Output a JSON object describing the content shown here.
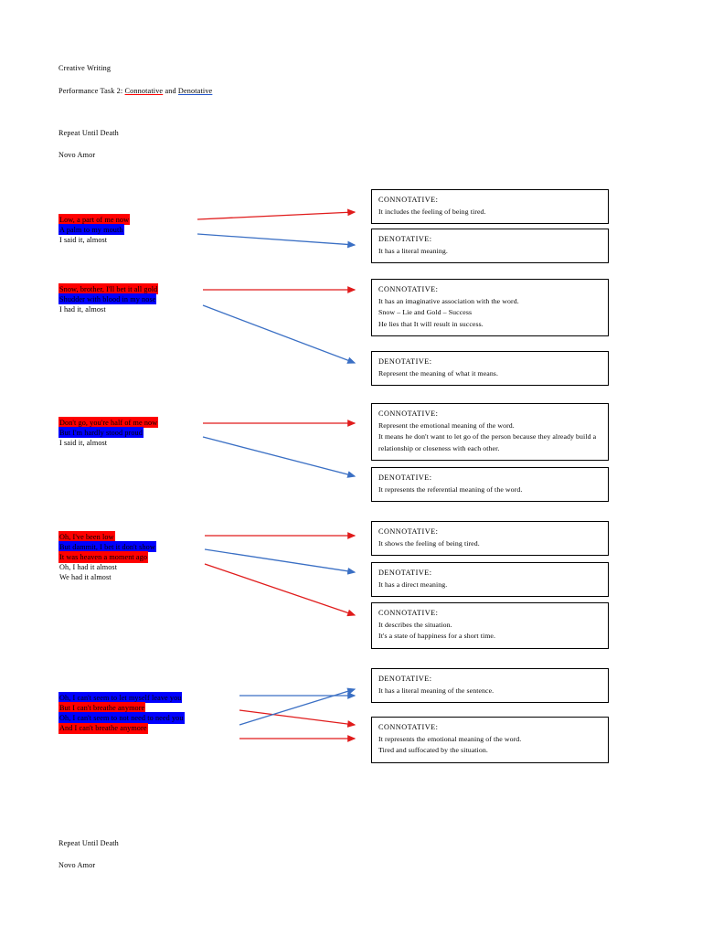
{
  "document": {
    "course": "Creative Writing",
    "task_prefix": "Performance Task 2:",
    "task_term_red": "Connotative",
    "task_conjunction": "and",
    "task_term_blue": "Denotative",
    "song_title": "Repeat Until Death",
    "artist": "Novo Amor",
    "footer_song_title": "Repeat Until Death",
    "footer_artist": "Novo Amor"
  },
  "colors": {
    "connotative_highlight": "#ff0000",
    "denotative_highlight": "#0000ff",
    "connotative_arrow": "#e01b1b",
    "denotative_arrow": "#3a6fc4",
    "box_border": "#000000",
    "page_background": "#ffffff",
    "text": "#000000"
  },
  "stanzas": [
    {
      "id": "stanza-1",
      "lines": [
        {
          "text": "Low, a part of me now",
          "highlight": "red"
        },
        {
          "text": "A palm to my mouth",
          "highlight": "blue"
        },
        {
          "text": "I said it, almost",
          "highlight": "none"
        }
      ]
    },
    {
      "id": "stanza-2",
      "lines": [
        {
          "text": "Snow, brother, I'll bet it all gold",
          "highlight": "red"
        },
        {
          "text": "Shudder with blood in my nose",
          "highlight": "blue"
        },
        {
          "text": "I had it, almost",
          "highlight": "none"
        }
      ]
    },
    {
      "id": "stanza-3",
      "lines": [
        {
          "text": "Don't go, you're half of me now",
          "highlight": "red"
        },
        {
          "text": "But I'm hardly stood proud",
          "highlight": "blue"
        },
        {
          "text": "I said it, almost",
          "highlight": "none"
        }
      ]
    },
    {
      "id": "stanza-4",
      "lines": [
        {
          "text": "Oh, I've been low",
          "highlight": "red"
        },
        {
          "text": "But dammit, I bet it don't show",
          "highlight": "blue"
        },
        {
          "text": "It was heaven a moment ago",
          "highlight": "red"
        },
        {
          "text": "Oh, I had it almost",
          "highlight": "none"
        },
        {
          "text": "We had it almost",
          "highlight": "none"
        }
      ]
    },
    {
      "id": "stanza-5",
      "lines": [
        {
          "text": "Oh, I can't seem to let myself leave you",
          "highlight": "blue"
        },
        {
          "text": "But I can't breathe anymore",
          "highlight": "red"
        },
        {
          "text": "Oh, I can't seem to not need to need you",
          "highlight": "blue"
        },
        {
          "text": "And I can't breathe anymore",
          "highlight": "red"
        }
      ]
    }
  ],
  "boxes": [
    {
      "id": "box-1",
      "title": "CONNOTATIVE:",
      "lines": [
        "It includes the feeling of being tired."
      ]
    },
    {
      "id": "box-2",
      "title": "DENOTATIVE:",
      "lines": [
        "It has a literal meaning."
      ]
    },
    {
      "id": "box-3",
      "title": "CONNOTATIVE:",
      "lines": [
        "It has an imaginative association with the word.",
        "Snow – Lie and Gold – Success",
        "He lies that It will result in success."
      ]
    },
    {
      "id": "box-4",
      "title": "DENOTATIVE:",
      "lines": [
        "Represent the meaning of what it means."
      ]
    },
    {
      "id": "box-5",
      "title": "CONNOTATIVE:",
      "lines": [
        "Represent the emotional meaning of the word.",
        "It means he don't want to let go of the person because they already build a relationship or closeness with each other."
      ]
    },
    {
      "id": "box-6",
      "title": "DENOTATIVE:",
      "lines": [
        "It represents the referential meaning of the word."
      ]
    },
    {
      "id": "box-7",
      "title": "CONNOTATIVE:",
      "lines": [
        "It shows the feeling of being tired."
      ]
    },
    {
      "id": "box-8",
      "title": "DENOTATIVE:",
      "lines": [
        "It has a direct meaning."
      ]
    },
    {
      "id": "box-9",
      "title": "CONNOTATIVE:",
      "lines": [
        "It describes the situation.",
        "It's a state of happiness for a short time."
      ]
    },
    {
      "id": "box-10",
      "title": "DENOTATIVE:",
      "lines": [
        "It has a literal meaning of the sentence."
      ]
    },
    {
      "id": "box-11",
      "title": "CONNOTATIVE:",
      "lines": [
        "It represents the emotional meaning of the word.",
        "Tired and suffocated by the situation."
      ]
    }
  ]
}
